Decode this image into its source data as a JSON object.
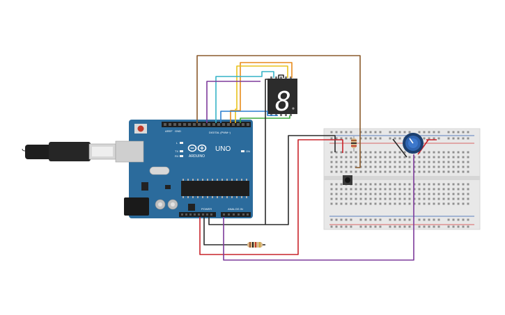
{
  "board": {
    "logo_text": "ARDUINO",
    "model_text": "UNO",
    "digital_label": "DIGITAL (PWM~)",
    "power_label": "POWER",
    "analog_label": "ANALOG IN",
    "tx_label": "TX",
    "rx_label": "RX",
    "l_label": "L",
    "on_label": "ON",
    "aref_label": "AREF",
    "gnd_label": "GND"
  },
  "seven_segment": {
    "digit": "8"
  },
  "colors": {
    "board_blue": "#2b6b9c",
    "wire_brown": "#8a5a2b",
    "wire_orange": "#e88a1a",
    "wire_yellow": "#e8c21a",
    "wire_teal": "#35b3c7",
    "wire_blue": "#2a7fd0",
    "wire_green": "#3aaa3a",
    "wire_purple": "#7d3a9b",
    "wire_black": "#2a2a2a",
    "wire_red": "#c8232a",
    "segment_on": "#ffffff",
    "display_body": "#2c2c2c"
  }
}
